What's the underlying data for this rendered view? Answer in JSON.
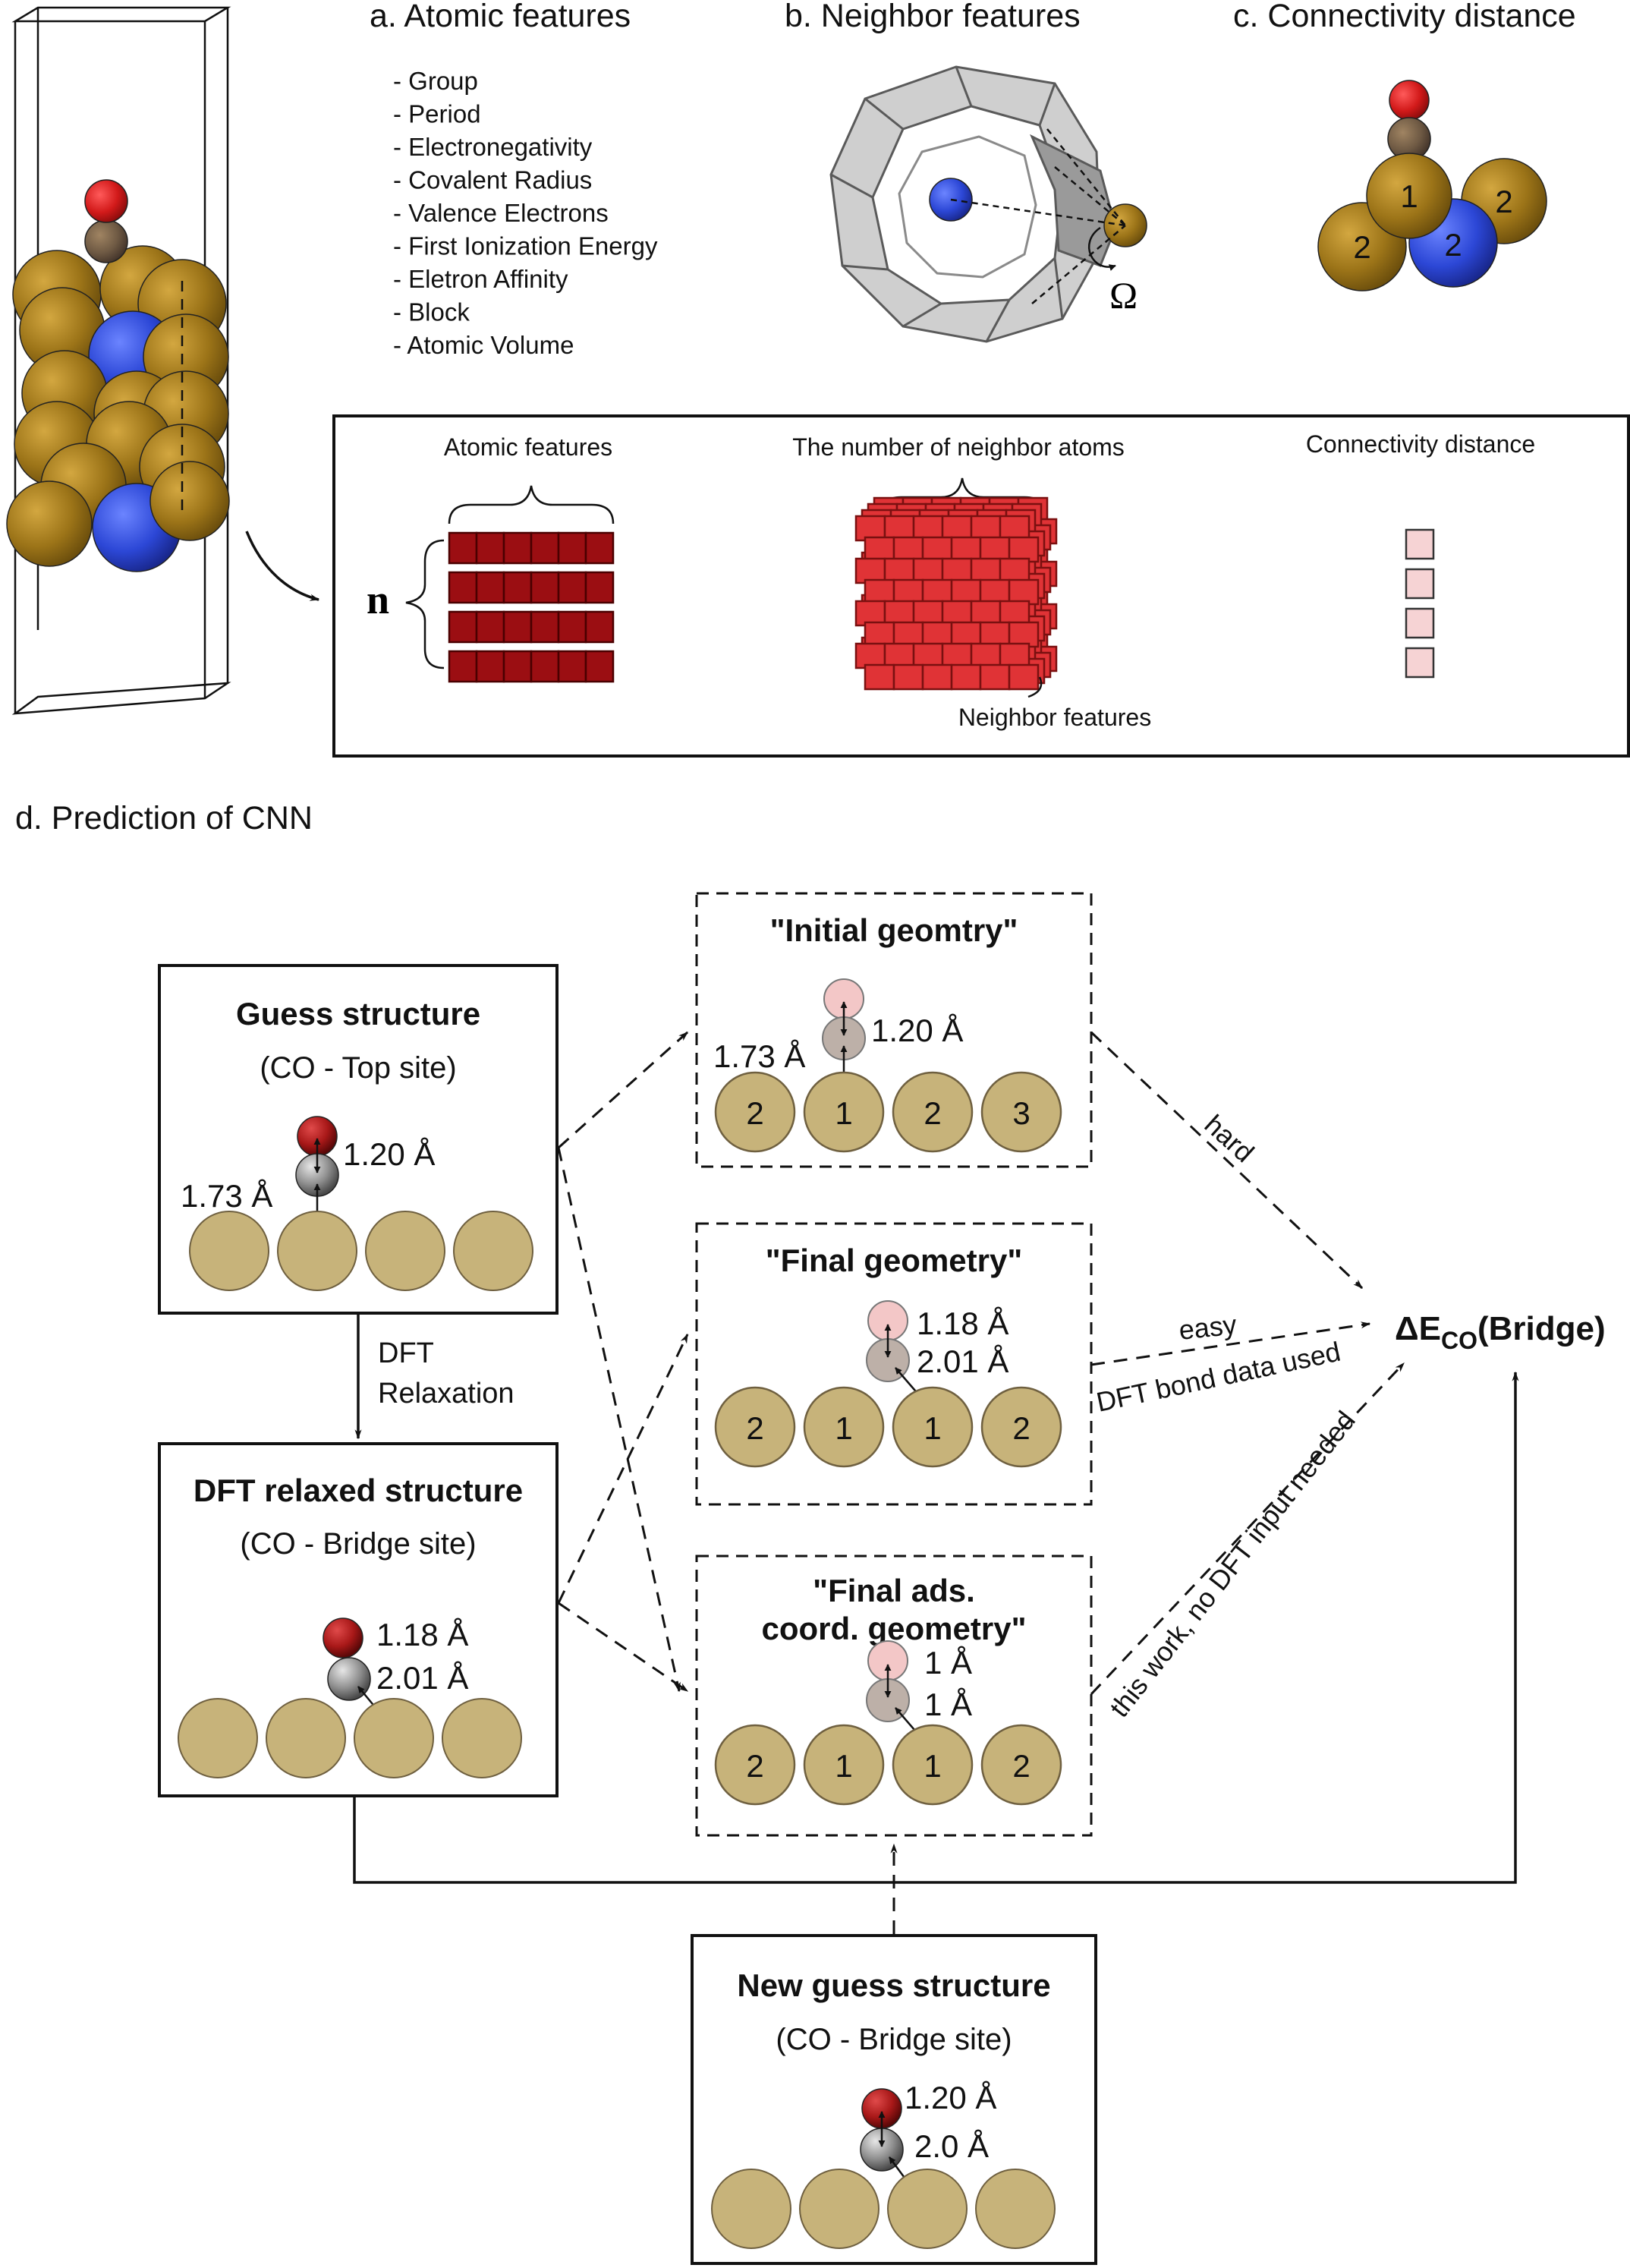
{
  "panel_a": {
    "title": "a. Atomic features",
    "features": [
      "- Group",
      "- Period",
      "- Electronegativity",
      "- Covalent Radius",
      "- Valence Electrons",
      "- First Ionization Energy",
      "- Eletron Affinity",
      "- Block",
      "- Atomic Volume"
    ]
  },
  "panel_b": {
    "title": "b. Neighbor features",
    "omega": "Ω"
  },
  "panel_c": {
    "title": "c. Connectivity distance",
    "labels": [
      "1",
      "2",
      "2",
      "2"
    ]
  },
  "matrix_box": {
    "atomic_features_label": "Atomic features",
    "neighbor_count_label": "The number of neighbor atoms",
    "connectivity_label": "Connectivity distance",
    "n_symbol": "n",
    "neighbor_features_label": "Neighbor features"
  },
  "panel_d": {
    "title": "d. Prediction of CNN",
    "guess": {
      "title": "Guess structure",
      "subtitle": "(CO - Top site)",
      "bond_co": "1.20 Å",
      "bond_surf": "1.73 Å"
    },
    "dft_step": {
      "line1": "DFT",
      "line2": "Relaxation"
    },
    "relaxed": {
      "title": "DFT relaxed structure",
      "subtitle": "(CO - Bridge site)",
      "bond_co": "1.18 Å",
      "bond_surf": "2.01 Å"
    },
    "initial": {
      "title": "\"Initial geomtry\"",
      "bond_co": "1.20 Å",
      "bond_surf": "1.73 Å",
      "atoms": [
        "2",
        "1",
        "2",
        "3"
      ]
    },
    "final": {
      "title": "\"Final geometry\"",
      "bond_co": "1.18 Å",
      "bond_surf": "2.01 Å",
      "atoms": [
        "2",
        "1",
        "1",
        "2"
      ]
    },
    "final_ads": {
      "title_line1": "\"Final ads.",
      "title_line2": "coord. geometry\"",
      "bond_co": "1 Å",
      "bond_surf": "1 Å",
      "atoms": [
        "2",
        "1",
        "1",
        "2"
      ]
    },
    "new_guess": {
      "title": "New guess structure",
      "subtitle": "(CO - Bridge site)",
      "bond_co": "1.20 Å",
      "bond_surf": "2.0 Å"
    },
    "target": {
      "main": "ΔE",
      "sub": "CO",
      "rest": "(Bridge)"
    },
    "arrow_labels": {
      "hard": "hard",
      "easy": "easy",
      "dft_bond": "DFT bond data used",
      "this_work": "this work, no DFT input needed"
    }
  },
  "colors": {
    "gold": "#9c7a18",
    "blue": "#2c47d6",
    "oxygen": "#d21a1a",
    "carbon": "#6f5a44",
    "matrix_dark": "#9b0e12",
    "matrix_red": "#e03336",
    "matrix_pink": "#f6d3d4",
    "surface": "#c7b37a"
  }
}
